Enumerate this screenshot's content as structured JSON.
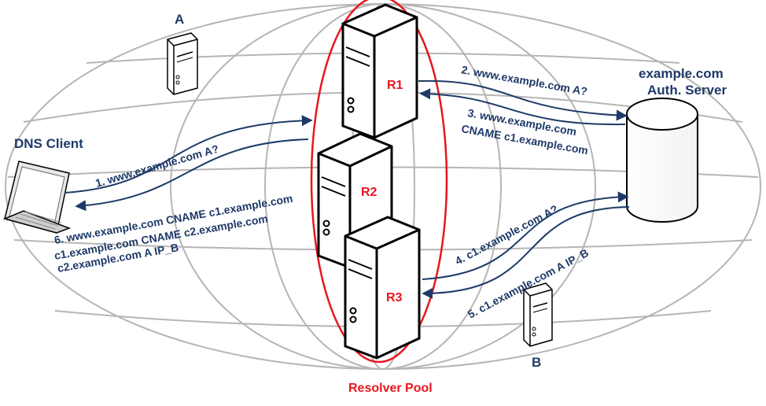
{
  "title": "",
  "colors": {
    "arrow": "#1f3a68",
    "resolver_highlight": "#e8161e",
    "globe_grid": "#b5b5b5"
  },
  "nodes": {
    "dns_client": "DNS Client",
    "host_a": "A",
    "host_b": "B",
    "auth_server_line1": "example.com",
    "auth_server_line2": "Auth. Server",
    "resolvers": [
      "R1",
      "R2",
      "R3"
    ],
    "resolver_pool": "Resolver Pool"
  },
  "messages": {
    "m1": "1. www.example.com A?",
    "m2": "2. www.example.com A?",
    "m3_line1": "3. www.example.com",
    "m3_line2": "CNAME c1.example.com",
    "m4": "4. c1.example.com A?",
    "m5": "5. c1.example.com A IP_B",
    "m6_line1": "6. www.example.com CNAME c1.example.com",
    "m6_line2": "c1.example.com CNAME c2.example.com",
    "m6_line3": "c2.example.com  A IP_B"
  }
}
